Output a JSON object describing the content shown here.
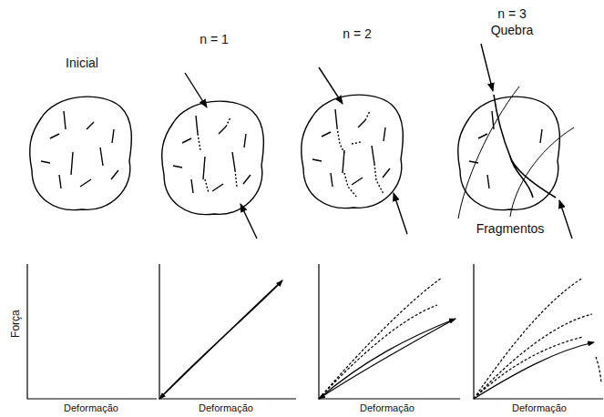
{
  "diagram": {
    "labels": [
      "Inicial",
      "n = 1",
      "n = 2",
      "n = 3",
      "Quebra",
      "Fragmentos",
      "Força",
      "Deformação",
      "Deformação",
      "Deformação",
      "Deformação"
    ]
  }
}
